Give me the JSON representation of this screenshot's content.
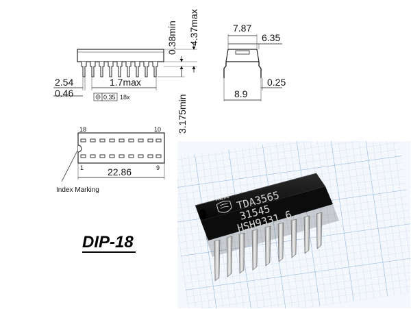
{
  "package_name": "DIP-18",
  "side_view": {
    "height_max": "4.37max",
    "standoff_min": "0.38min",
    "lead_length_min": "3.175min",
    "pitch": "2.54",
    "lead_width": "0.46",
    "lead_span_max": "1.7max",
    "position_tolerance": "0.35",
    "tolerance_count": "18x"
  },
  "end_view": {
    "row_spacing": "7.87",
    "body_width": "6.35",
    "overall_width": "8.9",
    "lead_thickness": "0.25"
  },
  "top_view": {
    "pin_18": "18",
    "pin_10": "10",
    "pin_1": "1",
    "pin_9": "9",
    "body_length": "22.86",
    "index_marking_label": "Index Marking"
  },
  "photo": {
    "brand_logo": "PHILIPS",
    "marking_line1": "TDA3565",
    "marking_line2": "31545",
    "marking_line3": "HSH9331 6"
  }
}
